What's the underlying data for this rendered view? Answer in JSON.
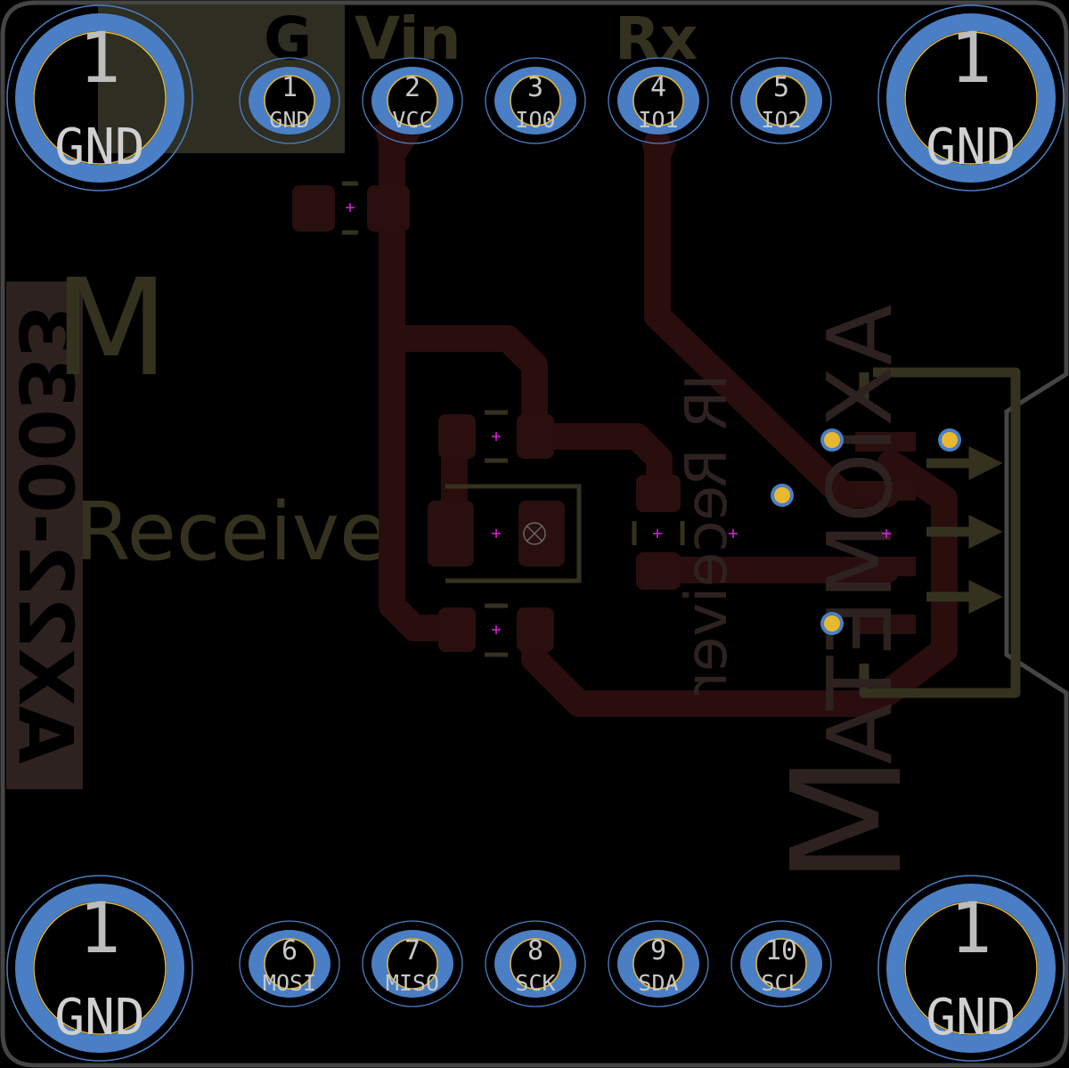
{
  "board": {
    "colors": {
      "background": "#000000",
      "outline": "#454545",
      "copper_pad": "#4a7fc5",
      "drill": "#e8b830",
      "trace": "#2a0d0d",
      "silk_front": "#34321f",
      "silk_back": "#2e2220",
      "marker": "#e020e0"
    },
    "mounting_holes": [
      {
        "num": "1",
        "net": "GND"
      },
      {
        "num": "1",
        "net": "GND"
      },
      {
        "num": "1",
        "net": "GND"
      },
      {
        "num": "1",
        "net": "GND"
      }
    ],
    "top_header": [
      {
        "num": "1",
        "net": "GND"
      },
      {
        "num": "2",
        "net": "VCC"
      },
      {
        "num": "3",
        "net": "IO0"
      },
      {
        "num": "4",
        "net": "IO1"
      },
      {
        "num": "5",
        "net": "IO2"
      }
    ],
    "bottom_header": [
      {
        "num": "6",
        "net": "MOSI"
      },
      {
        "num": "7",
        "net": "MISO"
      },
      {
        "num": "8",
        "net": "SCK"
      },
      {
        "num": "9",
        "net": "SDA"
      },
      {
        "num": "10",
        "net": "SCL"
      }
    ],
    "silkscreen": {
      "g_label": "G",
      "vin_label": "Vin",
      "rx_label": "Rx",
      "receive_label": "Receive",
      "part_number": "AX22-0033",
      "ir_receiver": "IR Receiver",
      "brand": "AXIOMETA",
      "logo_letter": "M"
    }
  }
}
